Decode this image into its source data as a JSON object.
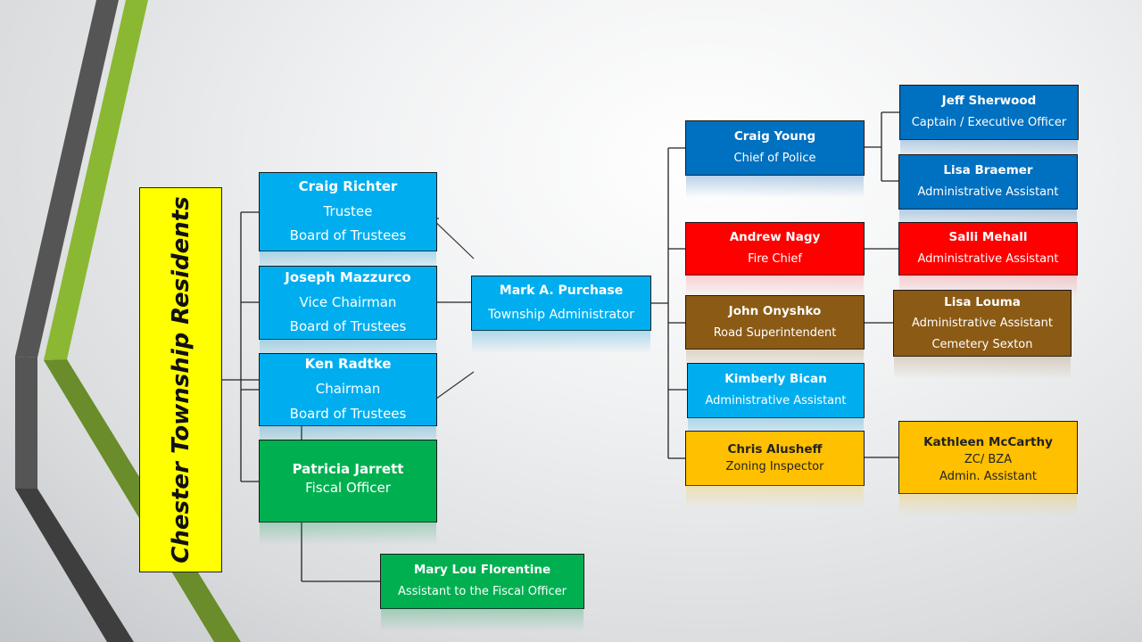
{
  "residents": {
    "label": "Chester Township Residents",
    "color": "#ffff00"
  },
  "board": [
    {
      "name": "Craig Richter",
      "title": "Trustee",
      "body": "Board of Trustees"
    },
    {
      "name": "Joseph Mazzurco",
      "title": "Vice Chairman",
      "body": "Board of Trustees"
    },
    {
      "name": "Ken Radtke",
      "title": "Chairman",
      "body": "Board of Trustees"
    }
  ],
  "fiscal": {
    "officer": {
      "name": "Patricia Jarrett",
      "title": "Fiscal Officer"
    },
    "assistant": {
      "name": "Mary Lou Florentine",
      "title": "Assistant to the Fiscal Officer"
    }
  },
  "administrator": {
    "name": "Mark A. Purchase",
    "title": "Township Administrator"
  },
  "departments": {
    "police": {
      "chief": {
        "name": "Craig Young",
        "title": "Chief of Police"
      },
      "staff": [
        {
          "name": "Jeff Sherwood",
          "title": "Captain / Executive Officer"
        },
        {
          "name": "Lisa Braemer",
          "title": "Administrative Assistant"
        }
      ]
    },
    "fire": {
      "chief": {
        "name": "Andrew Nagy",
        "title": "Fire Chief"
      },
      "staff": {
        "name": "Salli Mehall",
        "title": "Administrative Assistant"
      }
    },
    "road": {
      "chief": {
        "name": "John Onyshko",
        "title": "Road Superintendent"
      },
      "staff": {
        "name": "Lisa Louma",
        "title": "Administrative Assistant",
        "title2": "Cemetery Sexton"
      }
    },
    "admin": {
      "name": "Kimberly Bican",
      "title": "Administrative Assistant"
    },
    "zoning": {
      "chief": {
        "name": "Chris Alusheff",
        "title": "Zoning Inspector"
      },
      "staff": {
        "name": "Kathleen McCarthy",
        "title": "ZC/ BZA",
        "title2": "Admin. Assistant"
      }
    }
  },
  "colors": {
    "sky_blue": "#00aeef",
    "navy_blue": "#0070c0",
    "red": "#ff0000",
    "brown": "#8b5a14",
    "gold": "#ffc000",
    "green": "#00b050",
    "stripe_gray": "#555555",
    "stripe_green": "#8ab833"
  }
}
